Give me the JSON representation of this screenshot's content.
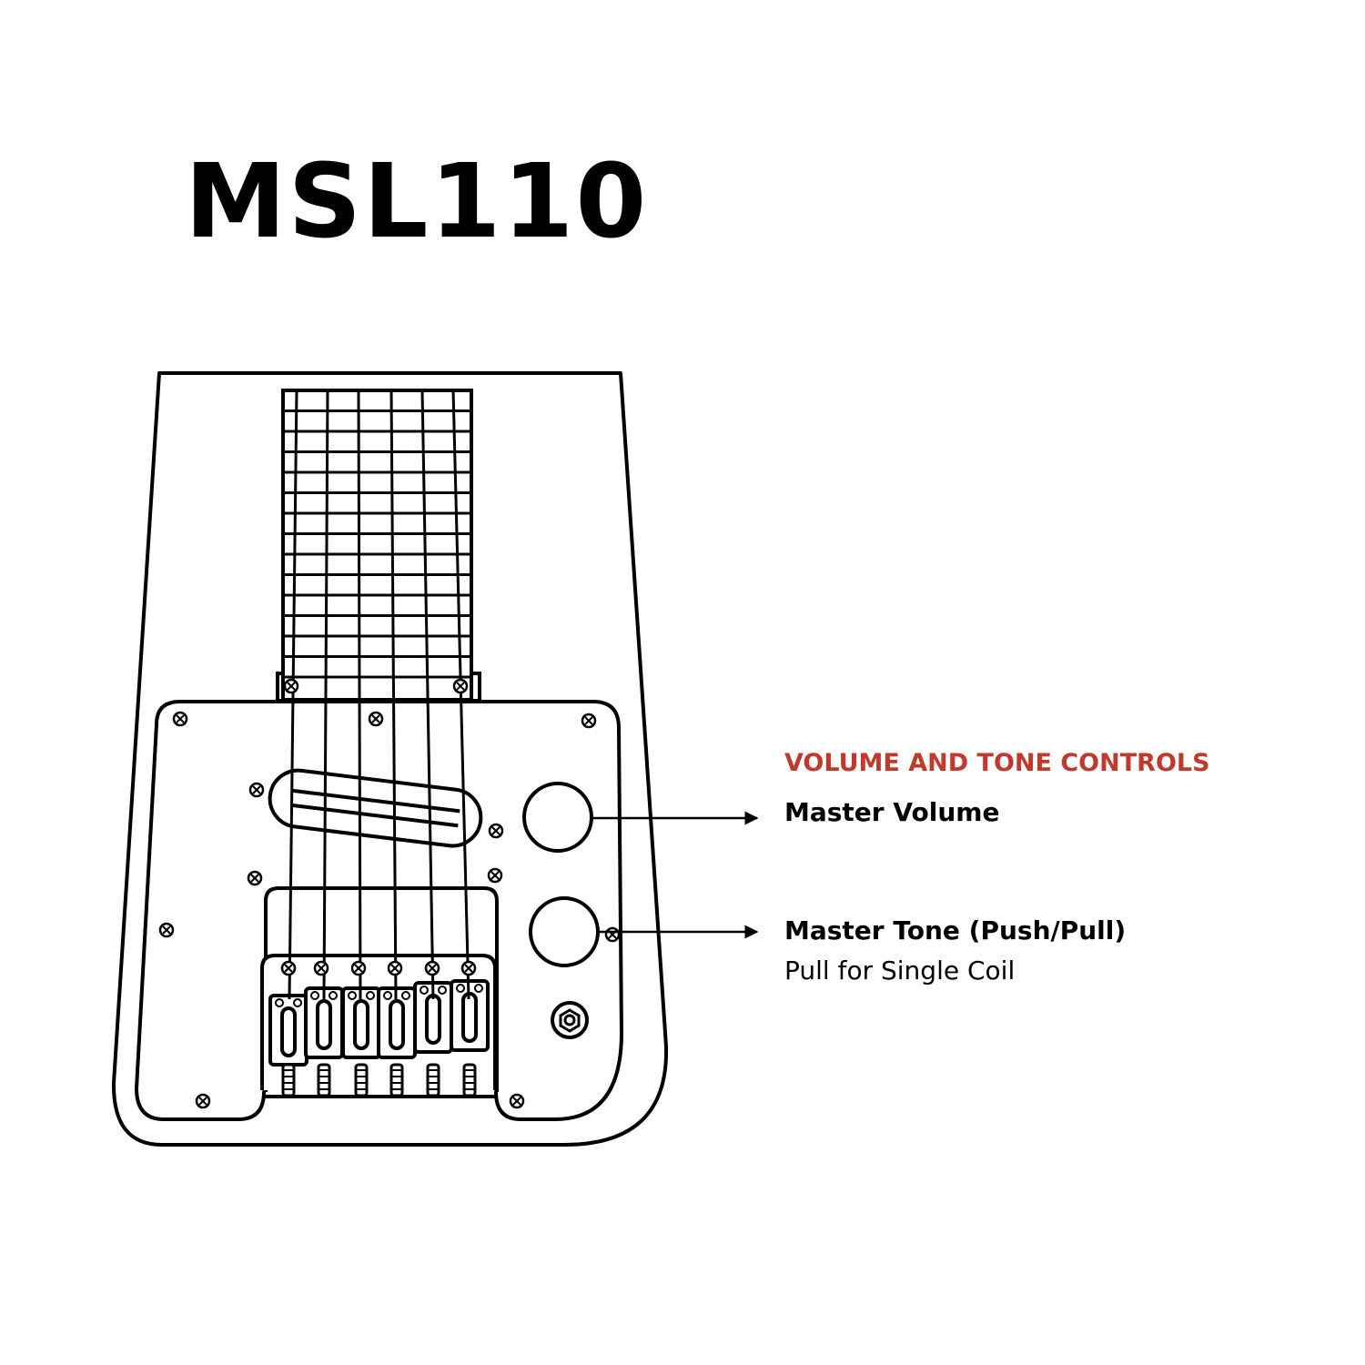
{
  "title": "MSL110",
  "controls": {
    "heading": "VOLUME AND TONE CONTROLS",
    "heading_color": "#c0392b",
    "volume_label": "Master Volume",
    "tone_label": "Master Tone (Push/Pull)",
    "tone_sub": "Pull for Single Coil"
  },
  "colors": {
    "ink": "#000000",
    "background": "#ffffff"
  }
}
